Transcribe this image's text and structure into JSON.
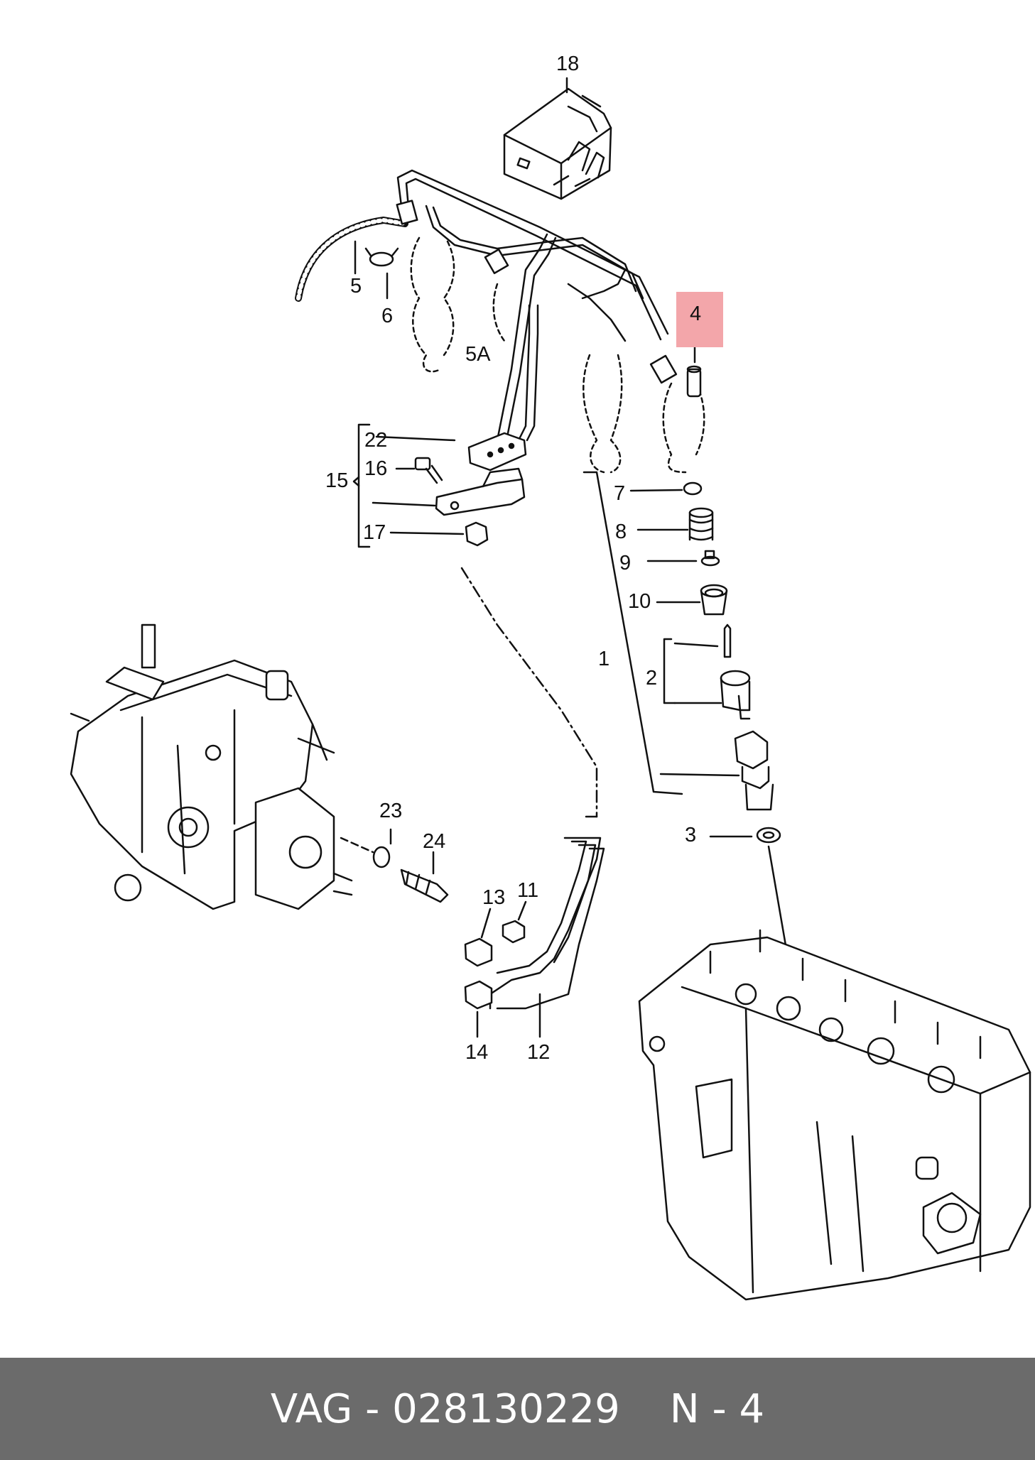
{
  "highlight_color": "#f3a6aa",
  "footer": {
    "background": "#6b6b6b",
    "brand_part": "VAG - 028130229",
    "position": "N - 4"
  },
  "callouts": {
    "c18": "18",
    "c4": "4",
    "c5": "5",
    "c6": "6",
    "c5a": "5A",
    "c22": "22",
    "c16": "16",
    "c15": "15",
    "c17": "17",
    "c7": "7",
    "c8": "8",
    "c9": "9",
    "c10": "10",
    "c1": "1",
    "c2": "2",
    "c3": "3",
    "c23": "23",
    "c24": "24",
    "c13": "13",
    "c11": "11",
    "c14": "14",
    "c12": "12"
  }
}
